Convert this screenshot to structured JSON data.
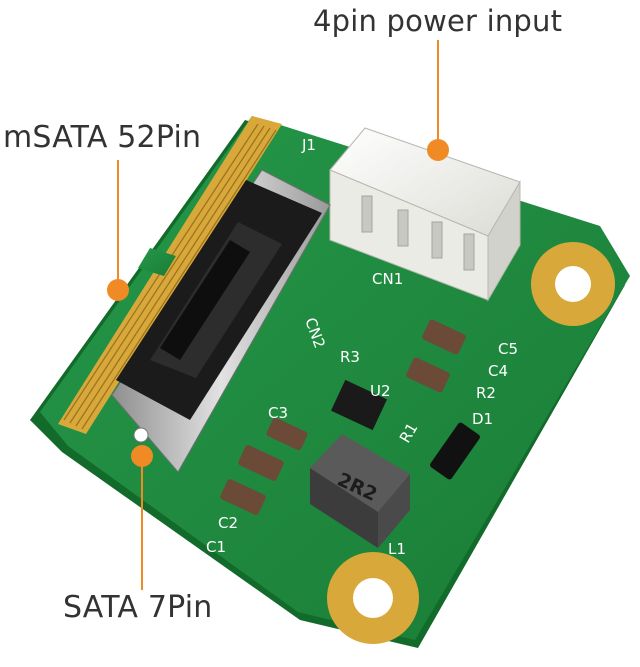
{
  "callouts": {
    "power": "4pin power input",
    "msata": "mSATA 52Pin",
    "sata": "SATA 7Pin"
  },
  "silkscreen": {
    "j1": "J1",
    "cn1": "CN1",
    "cn2": "CN2",
    "r3": "R3",
    "u2": "U2",
    "r1": "R1",
    "c5": "C5",
    "c4": "C4",
    "r2": "R2",
    "d1": "D1",
    "c3": "C3",
    "c2": "C2",
    "c1": "C1",
    "l1": "L1",
    "inductor": "2R2"
  },
  "colors": {
    "pcb": "#1f8a3c",
    "pcb_edge": "#136b2b",
    "gold": "#d8a83a",
    "callout_line": "#f08a24",
    "callout_dot": "#f08a24",
    "connector_white": "#f2f2ee",
    "sata_black": "#1b1b1b",
    "metal": "#b9b9b9"
  }
}
